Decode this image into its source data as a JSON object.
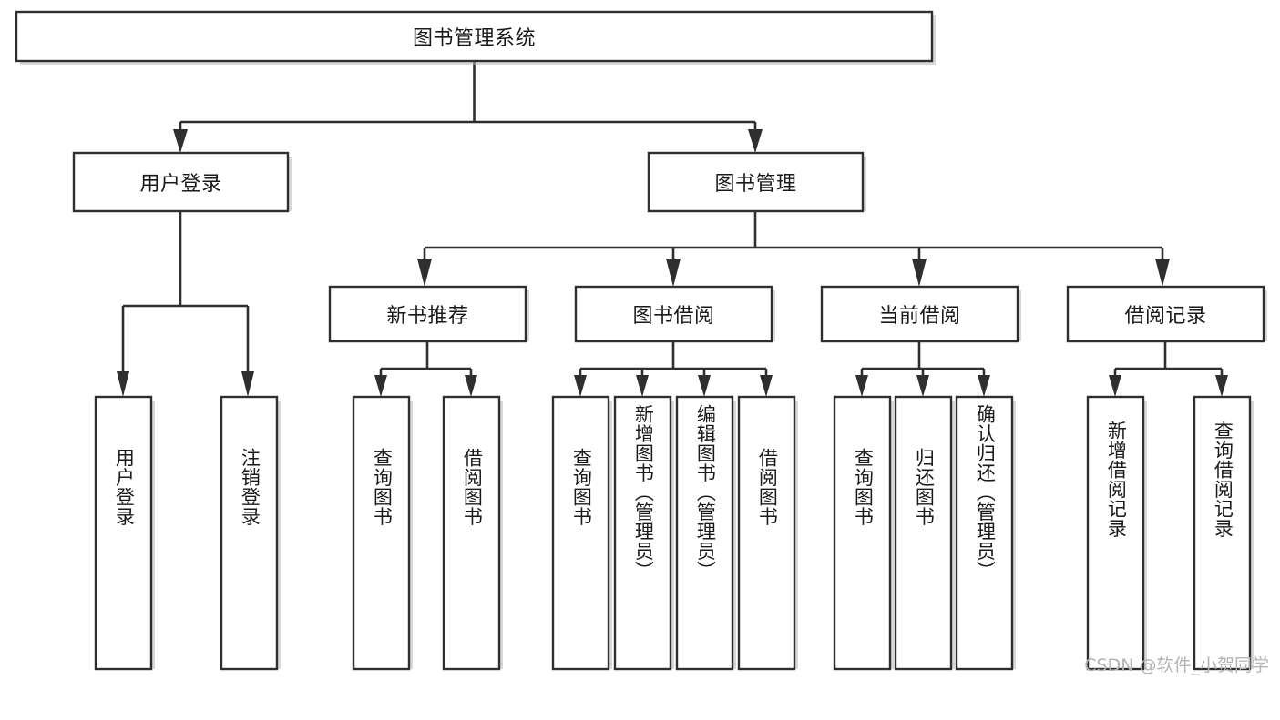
{
  "diagram": {
    "type": "tree-hierarchy",
    "title": "图书管理系统",
    "watermark": "CSDN @软件_小贺同学",
    "colors": {
      "background": "#ffffff",
      "box_fill": "#ffffff",
      "box_stroke": "#2f2f2f",
      "line": "#2f2f2f",
      "text": "#1a1a1a",
      "shadow": "#b8b8b8",
      "watermark_text": "#b4b4b4"
    },
    "levels": {
      "root": {
        "id": "root",
        "label": "图书管理系统",
        "orientation": "horizontal"
      },
      "level2": [
        {
          "id": "user-login",
          "label": "用户登录",
          "orientation": "horizontal"
        },
        {
          "id": "book-management",
          "label": "图书管理",
          "orientation": "horizontal"
        }
      ],
      "level3": [
        {
          "id": "new-book-recommend",
          "label": "新书推荐",
          "orientation": "horizontal",
          "parent": "book-management"
        },
        {
          "id": "book-borrow",
          "label": "图书借阅",
          "orientation": "horizontal",
          "parent": "book-management"
        },
        {
          "id": "current-borrow",
          "label": "当前借阅",
          "orientation": "horizontal",
          "parent": "book-management"
        },
        {
          "id": "borrow-record",
          "label": "借阅记录",
          "orientation": "horizontal",
          "parent": "book-management"
        }
      ],
      "leaves": [
        {
          "id": "leaf-user-login",
          "label": "用户登录",
          "orientation": "vertical",
          "parent": "user-login"
        },
        {
          "id": "leaf-logout-login",
          "label": "注销登录",
          "orientation": "vertical",
          "parent": "user-login"
        },
        {
          "id": "leaf-query-book-1",
          "label": "查询图书",
          "orientation": "vertical",
          "parent": "new-book-recommend"
        },
        {
          "id": "leaf-borrow-book-1",
          "label": "借阅图书",
          "orientation": "vertical",
          "parent": "new-book-recommend"
        },
        {
          "id": "leaf-query-book-2",
          "label": "查询图书",
          "orientation": "vertical",
          "parent": "book-borrow"
        },
        {
          "id": "leaf-add-book",
          "label": "新增图书（管理员）",
          "orientation": "vertical",
          "parent": "book-borrow"
        },
        {
          "id": "leaf-edit-book",
          "label": "编辑图书（管理员）",
          "orientation": "vertical",
          "parent": "book-borrow"
        },
        {
          "id": "leaf-borrow-book-2",
          "label": "借阅图书",
          "orientation": "vertical",
          "parent": "book-borrow"
        },
        {
          "id": "leaf-query-book-3",
          "label": "查询图书",
          "orientation": "vertical",
          "parent": "current-borrow"
        },
        {
          "id": "leaf-return-book",
          "label": "归还图书",
          "orientation": "vertical",
          "parent": "current-borrow"
        },
        {
          "id": "leaf-confirm-return",
          "label": "确认归还（管理员）",
          "orientation": "vertical",
          "parent": "current-borrow"
        },
        {
          "id": "leaf-add-record",
          "label": "新增借阅记录",
          "orientation": "vertical",
          "parent": "borrow-record"
        },
        {
          "id": "leaf-query-record",
          "label": "查询借阅记录",
          "orientation": "vertical",
          "parent": "borrow-record"
        }
      ]
    }
  }
}
